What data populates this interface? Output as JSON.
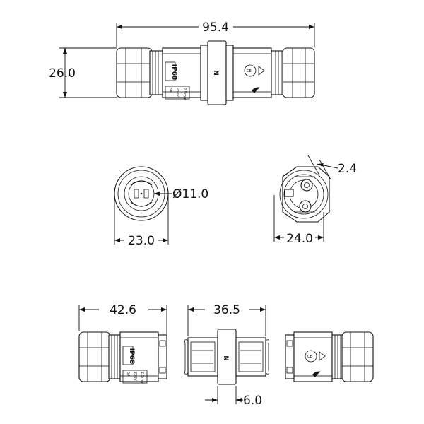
{
  "dimensions": {
    "overall_length": "95.4",
    "height": "26.0",
    "end_outer_diameter": "23.0",
    "cable_diameter": "Ø11.0",
    "coupler_width": "24.0",
    "pin_size": "2.4",
    "male_length": "42.6",
    "coupler_length": "36.5",
    "ring_width": "6.0"
  },
  "markings": {
    "ip_rating": "IP68",
    "neutral": "N",
    "ce": "CE",
    "rating_line1": "5A",
    "rating_line2": "250V",
    "rating_line3": "2.5mm"
  }
}
